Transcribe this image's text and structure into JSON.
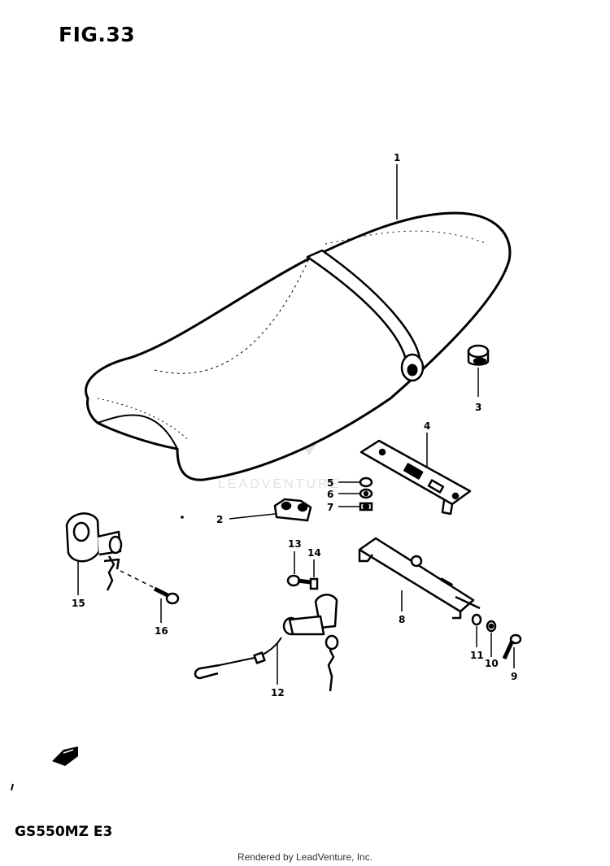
{
  "figure": {
    "title": "FIG.33",
    "model": "GS550MZ E3"
  },
  "footer": {
    "text": "Rendered by LeadVenture, Inc."
  },
  "watermark": {
    "text": "LEADVENTURE",
    "color": "#d4d4d4"
  },
  "callouts": {
    "c1": "1",
    "c2": "2",
    "c3": "3",
    "c4": "4",
    "c5": "5",
    "c6": "6",
    "c7": "7",
    "c8": "8",
    "c9": "9",
    "c10": "10",
    "c11": "11",
    "c12": "12",
    "c13": "13",
    "c14": "14",
    "c15": "15",
    "c16": "16"
  }
}
